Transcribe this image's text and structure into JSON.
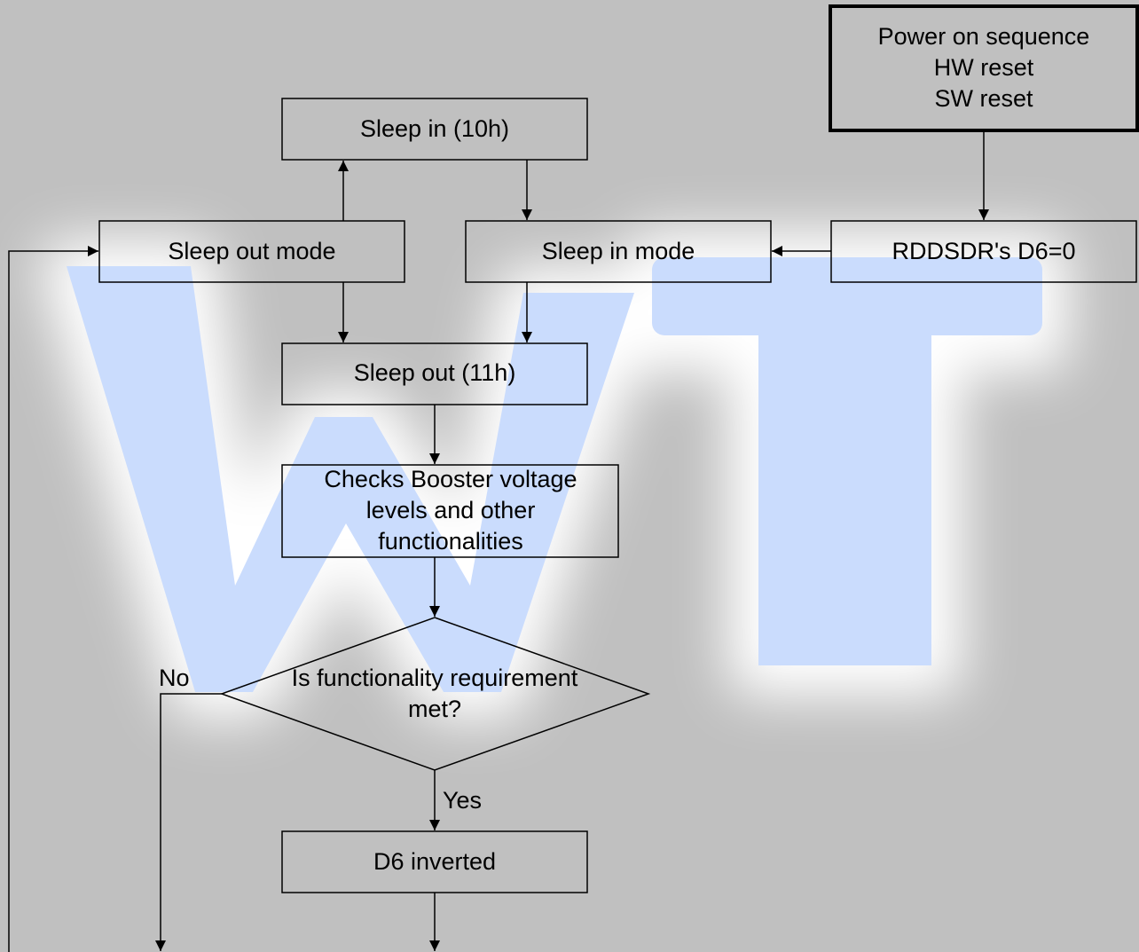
{
  "diagram": {
    "nodes": {
      "power_on": [
        "Power on sequence",
        "HW reset",
        "SW reset"
      ],
      "sleep_in_cmd": [
        "Sleep in (10h)"
      ],
      "sleep_out_mode": [
        "Sleep out mode"
      ],
      "sleep_in_mode": [
        "Sleep in mode"
      ],
      "rddsdr": [
        "RDDSDR's D6=0"
      ],
      "sleep_out_cmd": [
        "Sleep out (11h)"
      ],
      "checks": [
        "Checks Booster voltage",
        "levels and other",
        "functionalities"
      ],
      "decision": [
        "Is functionality requirement",
        "met?"
      ],
      "d6_inverted": [
        "D6 inverted"
      ]
    },
    "edge_labels": {
      "no": "No",
      "yes": "Yes"
    }
  },
  "colors": {
    "background": "#c0c0c0",
    "watermark": "#c9dcff",
    "halo": "#ffffff",
    "line": "#000000"
  }
}
